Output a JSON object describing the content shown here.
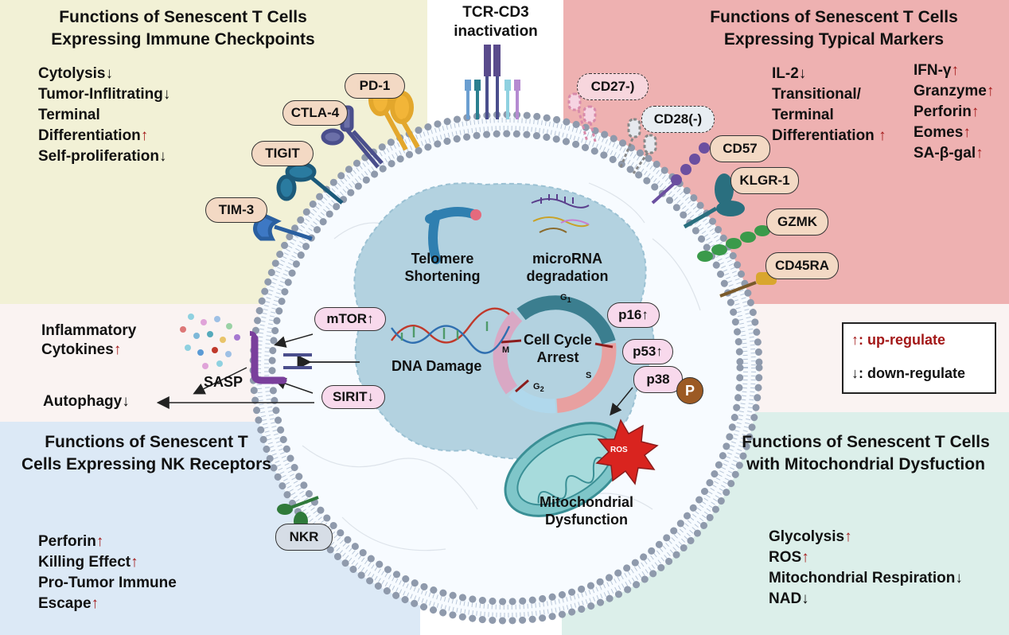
{
  "colors": {
    "up_arrow": "#a31818",
    "top_left_bg": "#f2f1d6",
    "top_right_bg": "#eeb1b1",
    "bottom_left_bg": "#dce9f6",
    "bottom_right_bg": "#dcefea",
    "nucleus": "#b3d2e0",
    "membrane_dots": "#8f9aac"
  },
  "top_left": {
    "title_line1": "Functions of Senescent T Cells",
    "title_line2": "Expressing Immune Checkpoints",
    "items": [
      {
        "text": "Cytolysis",
        "arrow": "↓"
      },
      {
        "text": "Tumor-Inflitrating",
        "arrow": "↓"
      },
      {
        "text": "Terminal",
        "arrow": ""
      },
      {
        "text": "Differentiation",
        "arrow": "↑"
      },
      {
        "text": "Self-proliferation",
        "arrow": "↓"
      }
    ],
    "receptors": [
      "PD-1",
      "CTLA-4",
      "TIGIT",
      "TIM-3"
    ]
  },
  "top_center": {
    "line1": "TCR-CD3",
    "line2": "inactivation"
  },
  "top_right": {
    "title_line1": "Functions of Senescent T Cells",
    "title_line2": "Expressing Typical Markers",
    "col1": [
      {
        "text": "IL-2",
        "arrow": "↓"
      },
      {
        "text": "Transitional/",
        "arrow": ""
      },
      {
        "text": "Terminal",
        "arrow": ""
      },
      {
        "text": "Differentiation",
        "arrow": "↑"
      }
    ],
    "col2": [
      {
        "text": "IFN-γ",
        "arrow": "↑"
      },
      {
        "text": "Granzyme",
        "arrow": "↑"
      },
      {
        "text": "Perforin",
        "arrow": "↑"
      },
      {
        "text": "Eomes",
        "arrow": "↑"
      },
      {
        "text": "SA-β-gal",
        "arrow": "↑"
      }
    ],
    "markers": [
      "CD27-)",
      "CD28(-)",
      "CD57",
      "KLGR-1",
      "GZMK",
      "CD45RA"
    ]
  },
  "middle_left": {
    "inflammatory_line1": "Inflammatory",
    "inflammatory_line2": "Cytokines",
    "inflammatory_arrow": "↑",
    "sasp": "SASP",
    "autophagy": "Autophagy",
    "autophagy_arrow": "↓",
    "mtor": "mTOR↑",
    "sirit": "SIRIT↓"
  },
  "nucleus": {
    "telomere_line1": "Telomere",
    "telomere_line2": "Shortening",
    "microrna_line1": "microRNA",
    "microrna_line2": "degradation",
    "dna_damage": "DNA Damage",
    "cell_cycle_line1": "Cell Cycle",
    "cell_cycle_line2": "Arrest",
    "phases": {
      "g1": "G",
      "g1_sub": "1",
      "s": "S",
      "g2": "G",
      "g2_sub": "2",
      "m": "M"
    }
  },
  "right_markers": {
    "p16": "p16↑",
    "p53": "p53↑",
    "p38": "p38",
    "phospho": "P"
  },
  "mito": {
    "ros": "ROS",
    "line1": "Mitochondrial",
    "line2": "Dysfunction"
  },
  "legend": {
    "up_symbol": "↑",
    "up_text": ": up-regulate",
    "down_symbol": "↓",
    "down_text": ": down-regulate"
  },
  "bottom_left": {
    "title_line1": "Functions of Senescent T",
    "title_line2": "Cells Expressing NK Receptors",
    "nkr": "NKR",
    "items": [
      {
        "text": "Perforin",
        "arrow": "↑"
      },
      {
        "text": "Killing Effect",
        "arrow": "↑"
      },
      {
        "text": "Pro-Tumor Immune",
        "arrow": ""
      },
      {
        "text": "Escape",
        "arrow": "↑"
      }
    ]
  },
  "bottom_right": {
    "title_line1": "Functions of Senescent T Cells",
    "title_line2": "with Mitochondrial Dysfuction",
    "items": [
      {
        "text": "Glycolysis",
        "arrow": "↑"
      },
      {
        "text": "ROS",
        "arrow": "↑"
      },
      {
        "text": "Mitochondrial Respiration",
        "arrow": "↓"
      },
      {
        "text": "NAD",
        "arrow": "↓"
      }
    ]
  }
}
